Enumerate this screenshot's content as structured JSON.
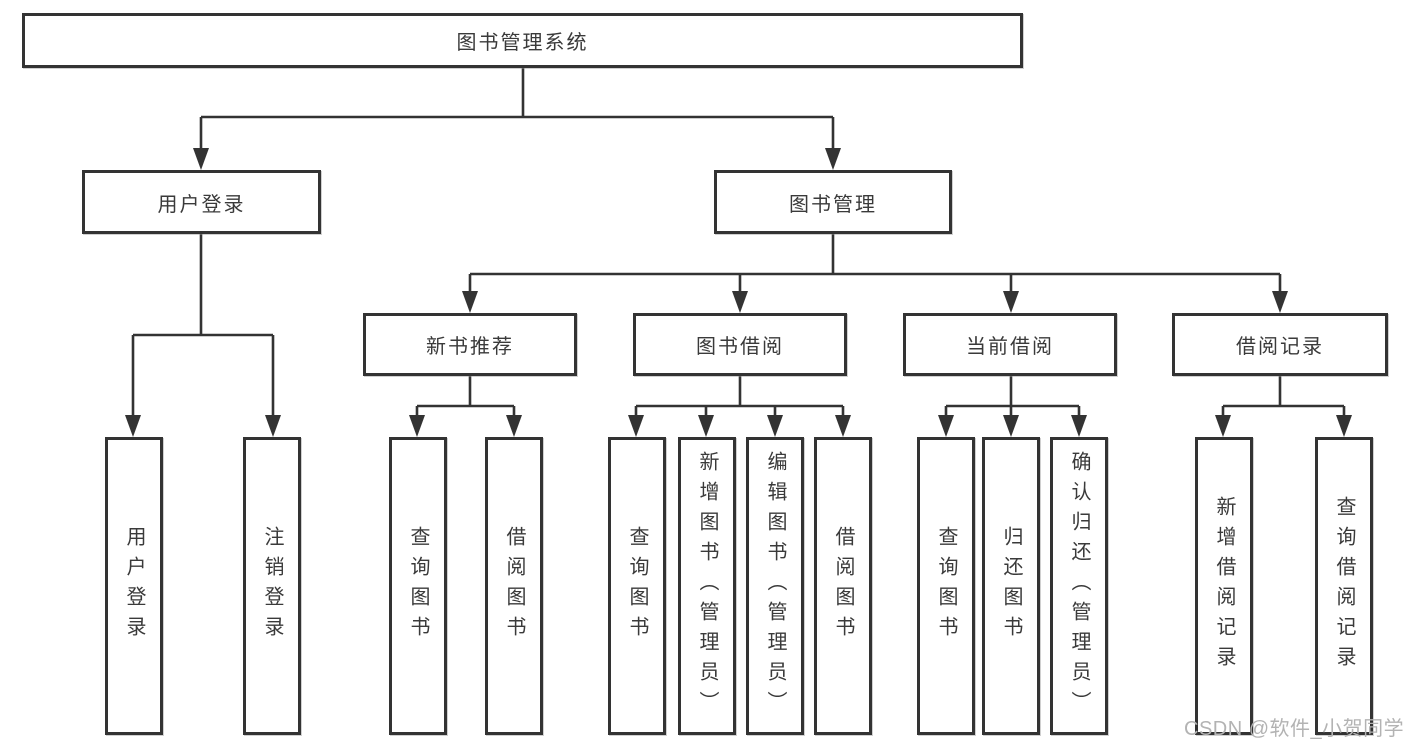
{
  "diagram": {
    "root": {
      "label": "图书管理系统"
    },
    "level2": [
      {
        "label": "用户登录"
      },
      {
        "label": "图书管理"
      }
    ],
    "level3": [
      {
        "label": "新书推荐"
      },
      {
        "label": "图书借阅"
      },
      {
        "label": "当前借阅"
      },
      {
        "label": "借阅记录"
      }
    ],
    "leaves": [
      {
        "label": "用户登录"
      },
      {
        "label": "注销登录"
      },
      {
        "label": "查询图书"
      },
      {
        "label": "借阅图书"
      },
      {
        "label": "查询图书"
      },
      {
        "label": "新增图书（管理员）"
      },
      {
        "label": "编辑图书（管理员）"
      },
      {
        "label": "借阅图书"
      },
      {
        "label": "查询图书"
      },
      {
        "label": "归还图书"
      },
      {
        "label": "确认归还（管理员）"
      },
      {
        "label": "新增借阅记录"
      },
      {
        "label": "查询借阅记录"
      }
    ],
    "colors": {
      "line": "#333333",
      "box_border": "#333333",
      "box_fill": "#ffffff",
      "text": "#3a3a3a",
      "watermark": "#b3b3b3",
      "background": "#ffffff"
    }
  },
  "watermark": {
    "text": "CSDN @软件_小贺同学"
  }
}
